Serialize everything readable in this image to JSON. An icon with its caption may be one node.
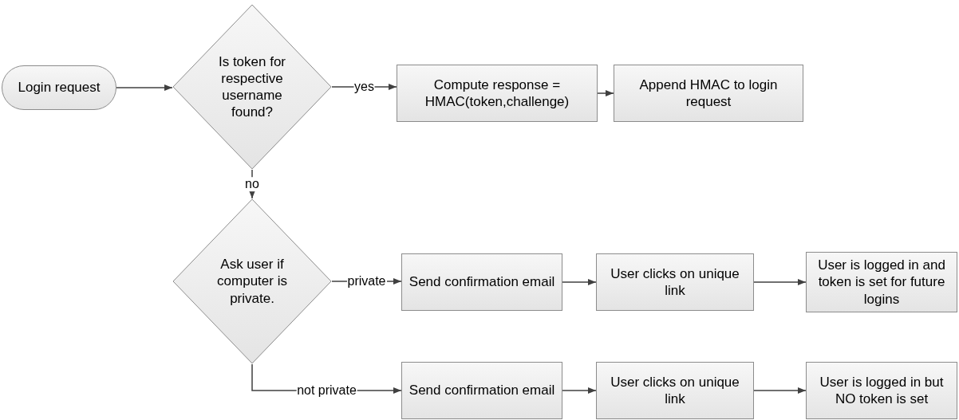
{
  "diagram": {
    "nodes": [
      {
        "text": [
          "Login request"
        ]
      },
      {
        "text": [
          "Is token for respective username found?"
        ]
      },
      {
        "text": [
          "Compute response = HMAC(token,challenge)"
        ]
      },
      {
        "text": [
          "Append HMAC to login request"
        ]
      },
      {
        "text": [
          "Ask user if computer is private."
        ]
      },
      {
        "text": [
          "Send confirmation email"
        ]
      },
      {
        "text": [
          "User clicks on unique link"
        ]
      },
      {
        "text": [
          "User is logged in and token is set for future logins"
        ]
      },
      {
        "text": [
          "Send confirmation email"
        ]
      },
      {
        "text": [
          "User clicks on unique link"
        ]
      },
      {
        "text": [
          "User is logged in but NO token is set"
        ]
      }
    ],
    "edges": [
      {
        "from": 0,
        "to": 1,
        "arrow": "to"
      },
      {
        "from": 1,
        "to": 2,
        "arrow": "to",
        "label": "yes"
      },
      {
        "from": 2,
        "to": 3,
        "arrow": "to"
      },
      {
        "from": 1,
        "to": 4,
        "arrow": "to",
        "label": "no"
      },
      {
        "from": 4,
        "to": 5,
        "arrow": "to",
        "label": "private"
      },
      {
        "from": 5,
        "to": 6,
        "arrow": "to"
      },
      {
        "from": 6,
        "to": 7,
        "arrow": "to"
      },
      {
        "from": 4,
        "to": 8,
        "arrow": "to",
        "label": "not private"
      },
      {
        "from": 8,
        "to": 9,
        "arrow": "to"
      },
      {
        "from": 9,
        "to": 10,
        "arrow": "to"
      }
    ]
  }
}
